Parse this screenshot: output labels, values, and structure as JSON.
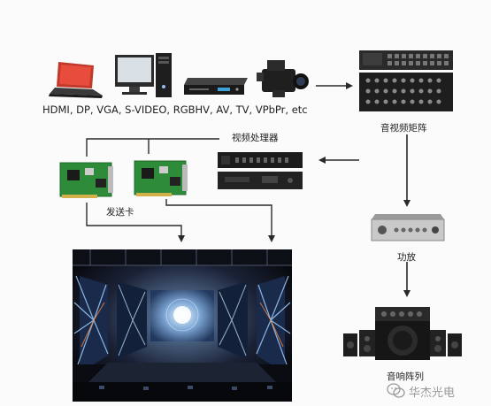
{
  "labels": {
    "inputs": "HDMI, DP, VGA, S-VIDEO, RGBHV, AV, TV, VPbPr, etc",
    "matrix": "音视频矩阵",
    "processor": "视频处理器",
    "sender": "发送卡",
    "amplifier": "功放",
    "speakers": "音响阵列",
    "watermark": "华杰光电"
  },
  "colors": {
    "arrow": "#2a2a2a",
    "pcb_green": "#2e8b3a",
    "device_dark": "#1d1d1d"
  }
}
